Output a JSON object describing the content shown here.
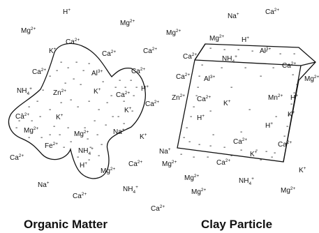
{
  "captions": {
    "organic": "Organic Matter",
    "clay": "Clay Particle"
  },
  "negative_charge": "-",
  "ions": [
    {
      "id": "h-top",
      "el": "H",
      "sup": "+"
    },
    {
      "id": "mg-tl",
      "el": "Mg",
      "sup": "2+"
    },
    {
      "id": "mg-tm",
      "el": "Mg",
      "sup": "2+"
    },
    {
      "id": "ca-om1",
      "el": "Ca",
      "sup": "2+"
    },
    {
      "id": "k-om1",
      "el": "K",
      "sup": "+"
    },
    {
      "id": "ca-om2",
      "el": "Ca",
      "sup": "2+"
    },
    {
      "id": "ca-mid",
      "el": "Ca",
      "sup": "2+"
    },
    {
      "id": "ca-l1",
      "el": "Ca",
      "sup": "2+"
    },
    {
      "id": "al-om",
      "el": "Al",
      "sup": "3+"
    },
    {
      "id": "ca-om3",
      "el": "Ca",
      "sup": "2+"
    },
    {
      "id": "nh4-l",
      "el": "NH",
      "sub": "4",
      "sup": "+"
    },
    {
      "id": "zn-om",
      "el": "Zn",
      "sup": "2+"
    },
    {
      "id": "k-om2",
      "el": "K",
      "sup": "+"
    },
    {
      "id": "h-om",
      "el": "H",
      "sup": "+"
    },
    {
      "id": "ca-om4",
      "el": "Ca",
      "sup": "2+"
    },
    {
      "id": "k-om3",
      "el": "K",
      "sup": "+"
    },
    {
      "id": "ca-om5",
      "el": "Ca",
      "sup": "2+"
    },
    {
      "id": "ca-om6",
      "el": "Ca",
      "sup": "2+"
    },
    {
      "id": "k-om4",
      "el": "K",
      "sup": "+"
    },
    {
      "id": "mg-om1",
      "el": "Mg",
      "sup": "2+"
    },
    {
      "id": "mg-om2",
      "el": "Mg",
      "sup": "2+"
    },
    {
      "id": "na-om",
      "el": "Na",
      "sup": "+"
    },
    {
      "id": "k-mid",
      "el": "K",
      "sup": "+"
    },
    {
      "id": "fe-om",
      "el": "Fe",
      "sup": "2+"
    },
    {
      "id": "nh4-om",
      "el": "NH",
      "sub": "4",
      "sup": "+"
    },
    {
      "id": "ca-l2",
      "el": "Ca",
      "sup": "2+"
    },
    {
      "id": "h-om2",
      "el": "H",
      "sup": "+"
    },
    {
      "id": "mg-om3",
      "el": "Mg",
      "sup": "2+"
    },
    {
      "id": "ca-b1",
      "el": "Ca",
      "sup": "2+"
    },
    {
      "id": "na-b",
      "el": "Na",
      "sup": "+"
    },
    {
      "id": "ca-b2",
      "el": "Ca",
      "sup": "2+"
    },
    {
      "id": "nh4-b1",
      "el": "NH",
      "sub": "4",
      "sup": "+"
    },
    {
      "id": "ca-b3",
      "el": "Ca",
      "sup": "2+"
    },
    {
      "id": "na-tr",
      "el": "Na",
      "sup": "+"
    },
    {
      "id": "ca-tr",
      "el": "Ca",
      "sup": "2+"
    },
    {
      "id": "mg-cp1",
      "el": "Mg",
      "sup": "2+"
    },
    {
      "id": "mg-cp2",
      "el": "Mg",
      "sup": "2+"
    },
    {
      "id": "h-cp1",
      "el": "H",
      "sup": "+"
    },
    {
      "id": "nh4-cp",
      "el": "NH",
      "sub": "4",
      "sup": "+"
    },
    {
      "id": "al-cp1",
      "el": "Al",
      "sup": "3+"
    },
    {
      "id": "ca-cp1",
      "el": "Ca",
      "sup": "2+"
    },
    {
      "id": "ca-cp2",
      "el": "Ca",
      "sup": "2+"
    },
    {
      "id": "al-cp2",
      "el": "Al",
      "sup": "3+"
    },
    {
      "id": "mg-cp3",
      "el": "Mg",
      "sup": "2+"
    },
    {
      "id": "ca-cp3",
      "el": "Ca",
      "sup": "2+"
    },
    {
      "id": "zn-cp",
      "el": "Zn",
      "sup": "2+"
    },
    {
      "id": "ca-cp4",
      "el": "Ca",
      "sup": "2+"
    },
    {
      "id": "k-cp1",
      "el": "K",
      "sup": "+"
    },
    {
      "id": "mn-cp",
      "el": "Mn",
      "sup": "2+"
    },
    {
      "id": "h-cp2",
      "el": "H",
      "sup": "+"
    },
    {
      "id": "h-cp3",
      "el": "H",
      "sup": "+"
    },
    {
      "id": "k-cp2",
      "el": "K",
      "sup": "+"
    },
    {
      "id": "h-cp4",
      "el": "H",
      "sup": "+"
    },
    {
      "id": "ca-cp5",
      "el": "Ca",
      "sup": "2+"
    },
    {
      "id": "ca-cp6",
      "el": "Ca",
      "sup": "2+"
    },
    {
      "id": "na-cp",
      "el": "Na",
      "sup": "+"
    },
    {
      "id": "mg-cp4",
      "el": "Mg",
      "sup": "2+"
    },
    {
      "id": "ca-cp7",
      "el": "Ca",
      "sup": "2+"
    },
    {
      "id": "k-cp3",
      "el": "K",
      "sup": "+"
    },
    {
      "id": "nh4-b2",
      "el": "NH",
      "sub": "4",
      "sup": "+"
    },
    {
      "id": "mg-cp5",
      "el": "Mg",
      "sup": "2+"
    },
    {
      "id": "k-br",
      "el": "K",
      "sup": "+"
    },
    {
      "id": "mg-br",
      "el": "Mg",
      "sup": "2+"
    },
    {
      "id": "mg-b",
      "el": "Mg",
      "sup": "2+"
    }
  ]
}
